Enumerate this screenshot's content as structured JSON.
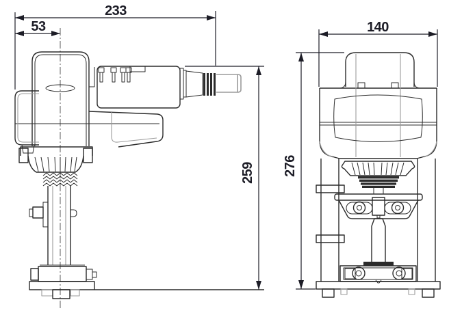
{
  "drawing": {
    "left_view": {
      "overall_length": "233",
      "stem_offset": "53",
      "height": "259"
    },
    "right_view": {
      "width": "140",
      "height": "276"
    },
    "colors": {
      "background": "#ffffff",
      "line": "#2b2b2b",
      "secondary_line": "#9b9b9b",
      "dimension_text": "#1d1d27"
    }
  }
}
